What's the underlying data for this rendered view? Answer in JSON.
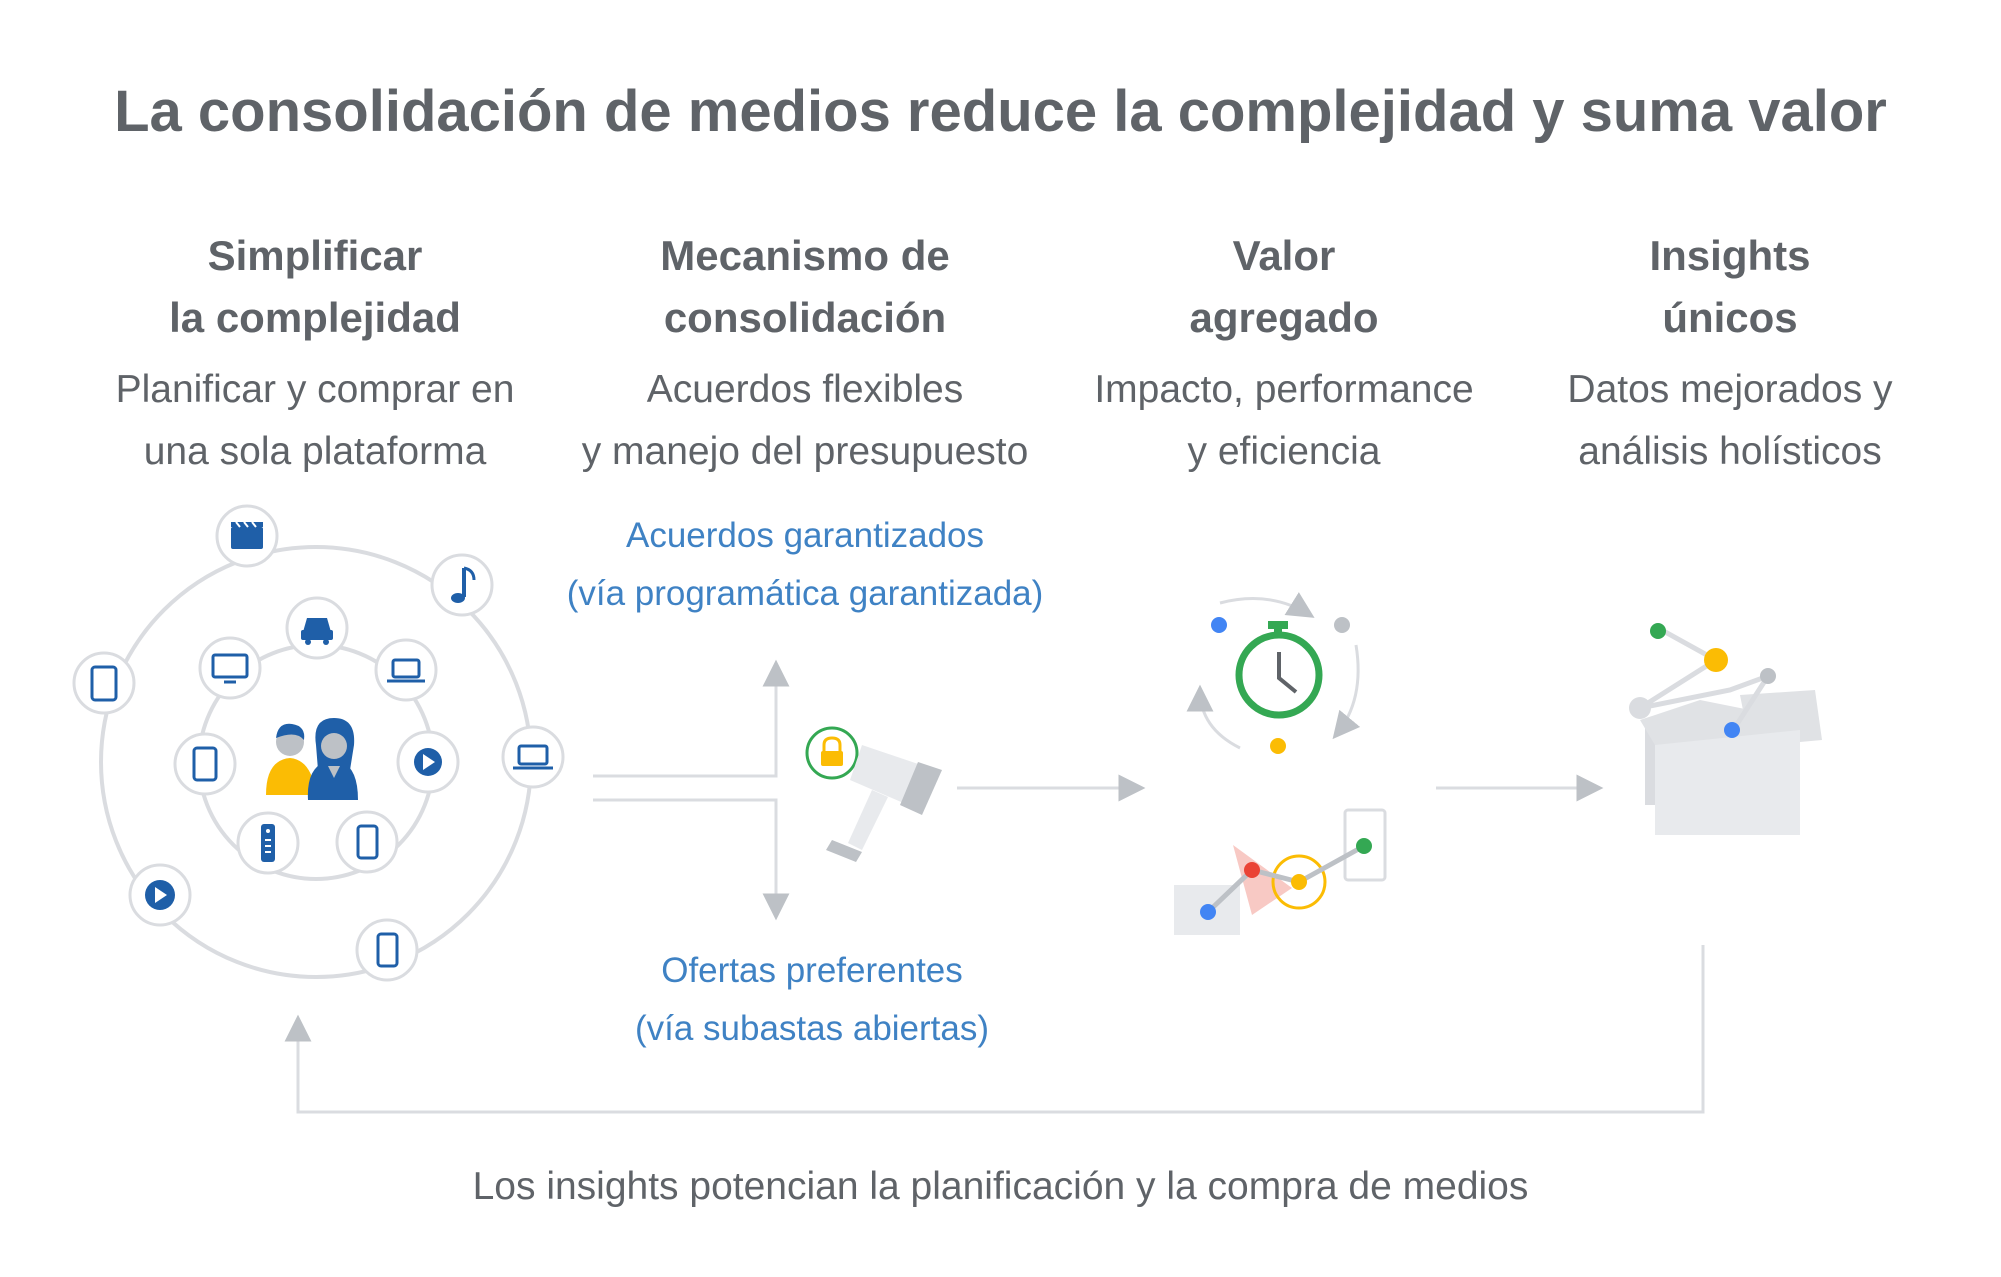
{
  "title": "La consolidación de medios reduce la complejidad y suma valor",
  "columns": [
    {
      "heading_line1": "Simplificar",
      "heading_line2": "la complejidad",
      "sub_line1": "Planificar y comprar en",
      "sub_line2": "una sola plataforma"
    },
    {
      "heading_line1": "Mecanismo de",
      "heading_line2": "consolidación",
      "sub_line1": "Acuerdos flexibles",
      "sub_line2": "y manejo del presupuesto"
    },
    {
      "heading_line1": "Valor",
      "heading_line2": "agregado",
      "sub_line1": "Impacto, performance",
      "sub_line2": "y eficiencia"
    },
    {
      "heading_line1": "Insights",
      "heading_line2": "únicos",
      "sub_line1": "Datos mejorados y",
      "sub_line2": "análisis holísticos"
    }
  ],
  "branches": {
    "top_line1": "Acuerdos garantizados",
    "top_line2": "(vía programática garantizada)",
    "bottom_line1": "Ofertas preferentes",
    "bottom_line2": "(vía subastas abiertas)"
  },
  "footer": "Los insights potencian la planificación y la compra de medios",
  "colors": {
    "text": "#5f6368",
    "blue_text": "#3f82c4",
    "icon_blue": "#1f5fa8",
    "line_gray": "#dadce0",
    "google_blue": "#4285f4",
    "google_green": "#34a853",
    "google_yellow": "#fbbc04",
    "google_red": "#ea4335",
    "shape_gray": "#e8eaed"
  },
  "icons": [
    "film-icon",
    "music-note-icon",
    "car-icon",
    "monitor-icon",
    "laptop-icon",
    "tablet-icon",
    "play-icon",
    "phone-icon",
    "tv-remote-icon",
    "people-icon",
    "padlock-icon",
    "megaphone-icon",
    "stopwatch-icon",
    "growth-chart-icon",
    "boxes-network-icon"
  ]
}
